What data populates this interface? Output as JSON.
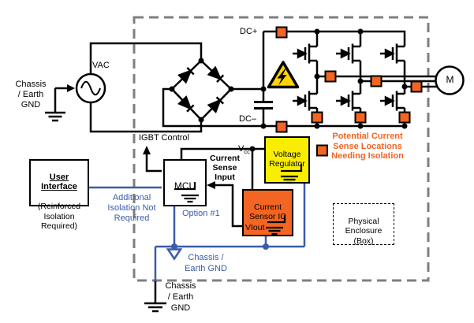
{
  "source": {
    "vac": "VAC",
    "chassis_gnd": "Chassis\n/ Earth\nGND"
  },
  "bus": {
    "dc_plus": "DC+",
    "dc_minus": "DC–"
  },
  "control": {
    "igbt": "IGBT Control",
    "vcc_v": "V",
    "vcc_sub": "cc",
    "current_sense_input": "Current\nSense\nInput",
    "option": "Option #1"
  },
  "isolation": {
    "additional": "Additional\nIsolation Not\nRequired",
    "chassis_internal": "Chassis /\nEarth GND",
    "chassis_external": "Chassis\n/ Earth\nGND"
  },
  "blocks": {
    "mcu": "MCU",
    "voltage_regulator": "Voltage\nRegulator",
    "current_sensor": "Current\nSensor IC",
    "viout": "VIout",
    "ui_title": "User Interface",
    "ui_sub": "(Reinforced\nIsolation\nRequired)",
    "enclosure": "Physical\nEnclosure\n(Box)"
  },
  "motor": {
    "label": "M"
  },
  "legend": {
    "text": "Potential Current\nSense Locations\nNeeding Isolation"
  },
  "colors": {
    "sense_orange": "#F26522",
    "regulator_yellow": "#F9EE00",
    "warning_yellow": "#FFD500",
    "isolation_blue": "#3A5CA8",
    "enclosure_gray": "#7F7F7F"
  }
}
